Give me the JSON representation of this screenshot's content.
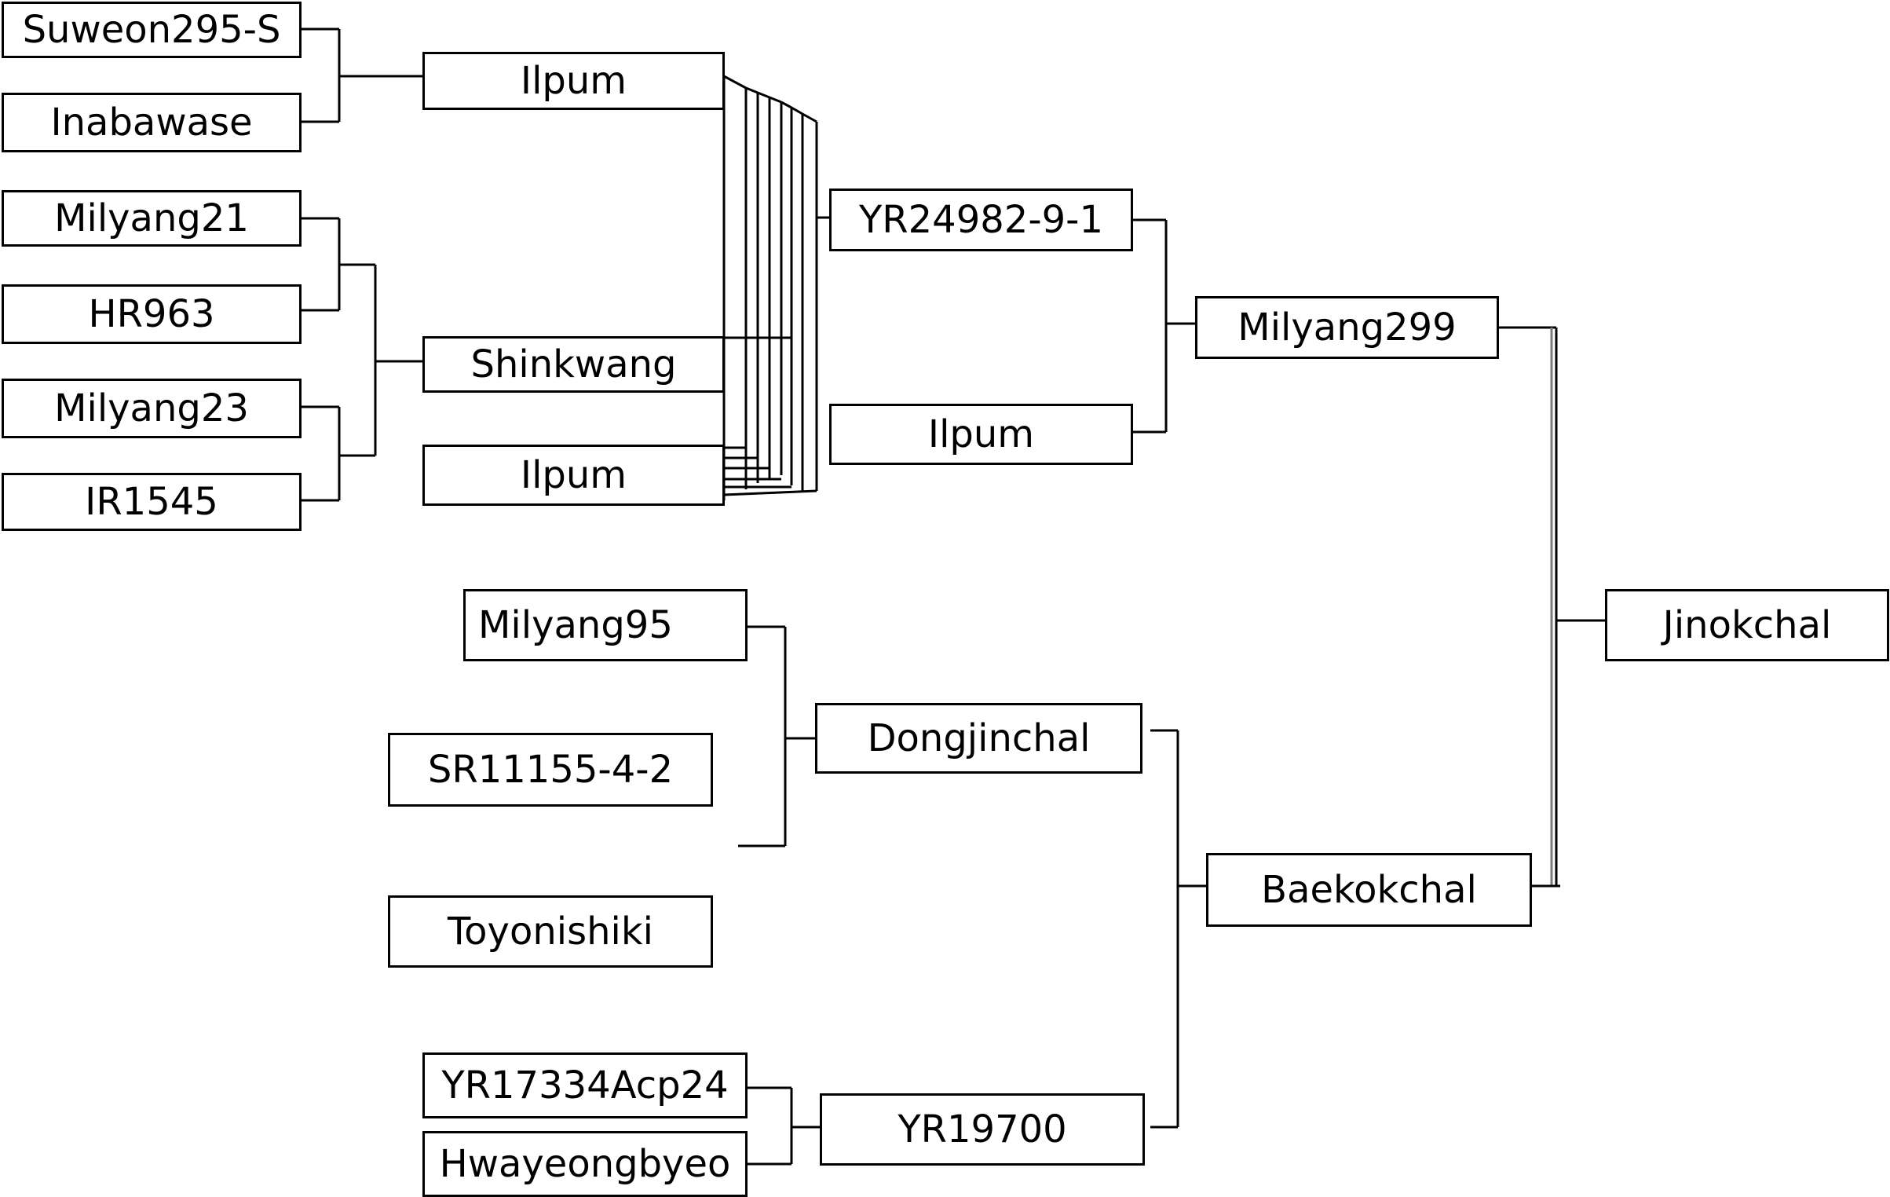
{
  "nodes": {
    "suweon295s": "Suweon295-S",
    "inabawase": "Inabawase",
    "milyang21": "Milyang21",
    "hr963": "HR963",
    "milyang23": "Milyang23",
    "ir1545": "IR1545",
    "ilpum_top": "Ilpum",
    "shinkwang": "Shinkwang",
    "ilpum_mid": "Ilpum",
    "yr24982": "YR24982-9-1",
    "ilpum_right": "Ilpum",
    "milyang299": "Milyang299",
    "jinokchal": "Jinokchal",
    "milyang95": "Milyang95",
    "sr11155": "SR11155-4-2",
    "toyonishiki": "Toyonishiki",
    "dongjinchal": "Dongjinchal",
    "baekokchal": "Baekokchal",
    "yr17334": "YR17334Acp24",
    "hwayeongbyeo": "Hwayeongbyeo",
    "yr19700": "YR19700"
  }
}
